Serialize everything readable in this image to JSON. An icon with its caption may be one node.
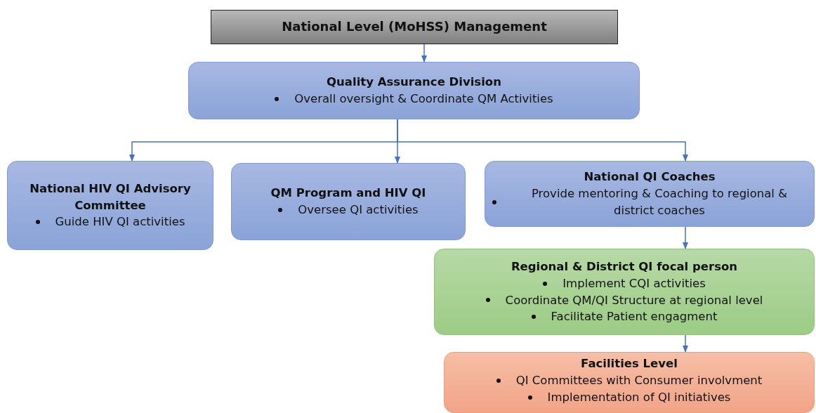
{
  "diagram": {
    "nodes": [
      {
        "text": [
          "National Level (MoHSS) Management"
        ]
      },
      {
        "text": [
          "Quality Assurance Division",
          "Overall oversight & Coordinate QM Activities"
        ]
      },
      {
        "text": [
          "National HIV QI Advisory Committee",
          "Guide HIV QI activities"
        ]
      },
      {
        "text": [
          "QM Program and HIV QI",
          "Oversee QI activities"
        ]
      },
      {
        "text": [
          "National QI Coaches",
          "Provide mentoring & Coaching to regional & district coaches"
        ]
      },
      {
        "text": [
          "Regional & District QI focal person",
          "Implement CQI activities",
          "Coordinate QM/QI Structure at regional level",
          "Facilitate Patient engagment"
        ]
      },
      {
        "text": [
          "Facilities Level",
          "QI Committees with Consumer involvment",
          "Implementation of QI initiatives"
        ]
      }
    ],
    "edges": [
      {
        "from": 0,
        "to": 1,
        "arrow": "to"
      },
      {
        "from": 1,
        "to": 2,
        "arrow": "to"
      },
      {
        "from": 1,
        "to": 3,
        "arrow": "to"
      },
      {
        "from": 1,
        "to": 4,
        "arrow": "to"
      },
      {
        "from": 4,
        "to": 5,
        "arrow": "to"
      },
      {
        "from": 5,
        "to": 6,
        "arrow": "to"
      }
    ]
  }
}
